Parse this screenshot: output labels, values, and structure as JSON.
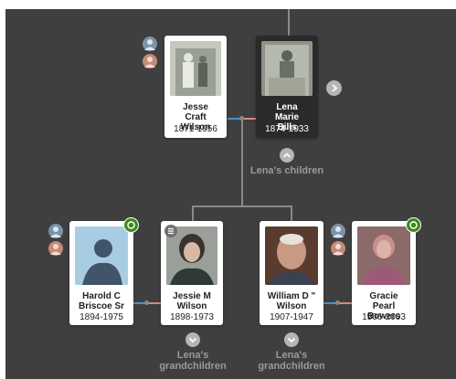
{
  "parents": {
    "father": {
      "name": "Jesse Craft Wilson",
      "dates": "1871-1956"
    },
    "mother": {
      "name": "Lena Marie Bills",
      "dates": "1874-1933"
    }
  },
  "children_label": "Lena's children",
  "children": [
    {
      "spouse_name": "Harold C Briscoe Sr",
      "spouse_dates": "1894-1975",
      "name": "Jessie M Wilson",
      "dates": "1898-1973"
    },
    {
      "name": "William D \" Wilson",
      "dates": "1907-1947",
      "spouse_name": "Gracie Pearl Bowers",
      "spouse_dates": "1906-2003"
    }
  ],
  "grandchildren_label": "Lena's grandchildren",
  "colors": {
    "background": "#3f3f3f",
    "selected_card": "#2a2a2a",
    "hint": "#3e8a1f",
    "male": "#7b93a8",
    "female": "#c68a77"
  }
}
